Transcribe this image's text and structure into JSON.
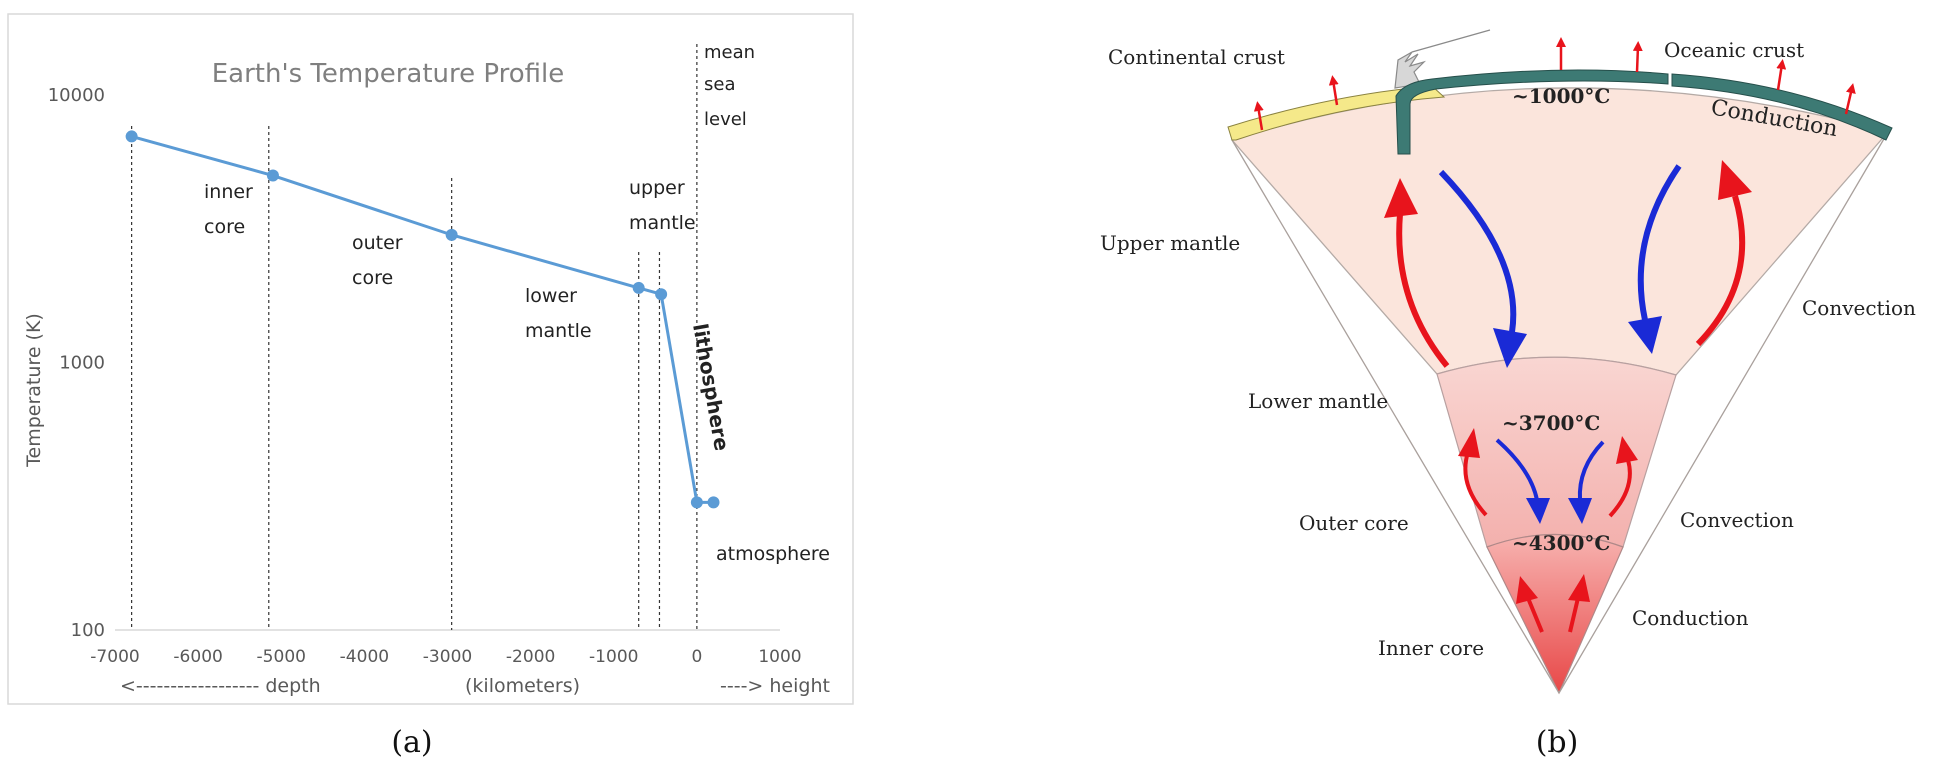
{
  "panel_a": {
    "caption": "(a)",
    "x_axis_sub": {
      "left": "<------------------  depth",
      "middle": "(kilometers)",
      "right": "----> height"
    },
    "region_labels": {
      "inner_core": [
        "inner",
        "core"
      ],
      "outer_core": [
        "outer",
        "core"
      ],
      "lower_mantle": [
        "lower",
        "mantle"
      ],
      "upper_mantle": [
        "upper",
        "mantle"
      ],
      "lithosphere": "lithosphere",
      "atmosphere": "atmosphere",
      "mean_sea_level": [
        "mean",
        "sea",
        "level"
      ]
    }
  },
  "chart_data": {
    "type": "line",
    "title": "Earth's Temperature Profile",
    "xlabel": "",
    "ylabel": "Temperature (K)",
    "yscale": "log",
    "xlim": [
      -7000,
      1000
    ],
    "ylim": [
      100,
      10000
    ],
    "x_ticks": [
      -7000,
      -6000,
      -5000,
      -4000,
      -3000,
      -2000,
      -1000,
      0,
      1000
    ],
    "x_tick_labels": [
      "-7000",
      "-6000",
      "-5000",
      "-4000",
      "-3000",
      "-2000",
      "-1000",
      "0",
      "1000"
    ],
    "y_ticks": [
      100,
      1000,
      10000
    ],
    "y_tick_labels": [
      "100",
      "1000",
      "10000"
    ],
    "boundaries_x": [
      -6800,
      -5150,
      -2950,
      -700,
      -450,
      0
    ],
    "series": [
      {
        "x": [
          -6800,
          -5100,
          -2950,
          -700,
          -430,
          0,
          200
        ],
        "y": [
          7000,
          5000,
          3000,
          1900,
          1800,
          300,
          300
        ]
      }
    ],
    "color": "#5b9bd5",
    "grid": false
  },
  "panel_b": {
    "caption": "(b)",
    "labels": {
      "continental_crust": "Continental crust",
      "oceanic_crust": "Oceanic crust",
      "temp_surface": "~1000°C",
      "conduction_top": "Conduction",
      "upper_mantle": "Upper mantle",
      "convection_mantle": "Convection",
      "lower_mantle": "Lower mantle",
      "temp_cmb": "~3700°C",
      "outer_core": "Outer core",
      "convection_core": "Convection",
      "temp_icb": "~4300°C",
      "conduction_core": "Conduction",
      "inner_core": "Inner core"
    },
    "colors": {
      "mantle": "#fbe5dc",
      "outer_core": "#f6c5c5",
      "inner_core": "#ee6b6b",
      "oceanic_crust": "#3d7a74",
      "continental_crust": "#f5e98a",
      "hot_arrow": "#e8141c",
      "cold_arrow": "#1a2ad6"
    }
  }
}
